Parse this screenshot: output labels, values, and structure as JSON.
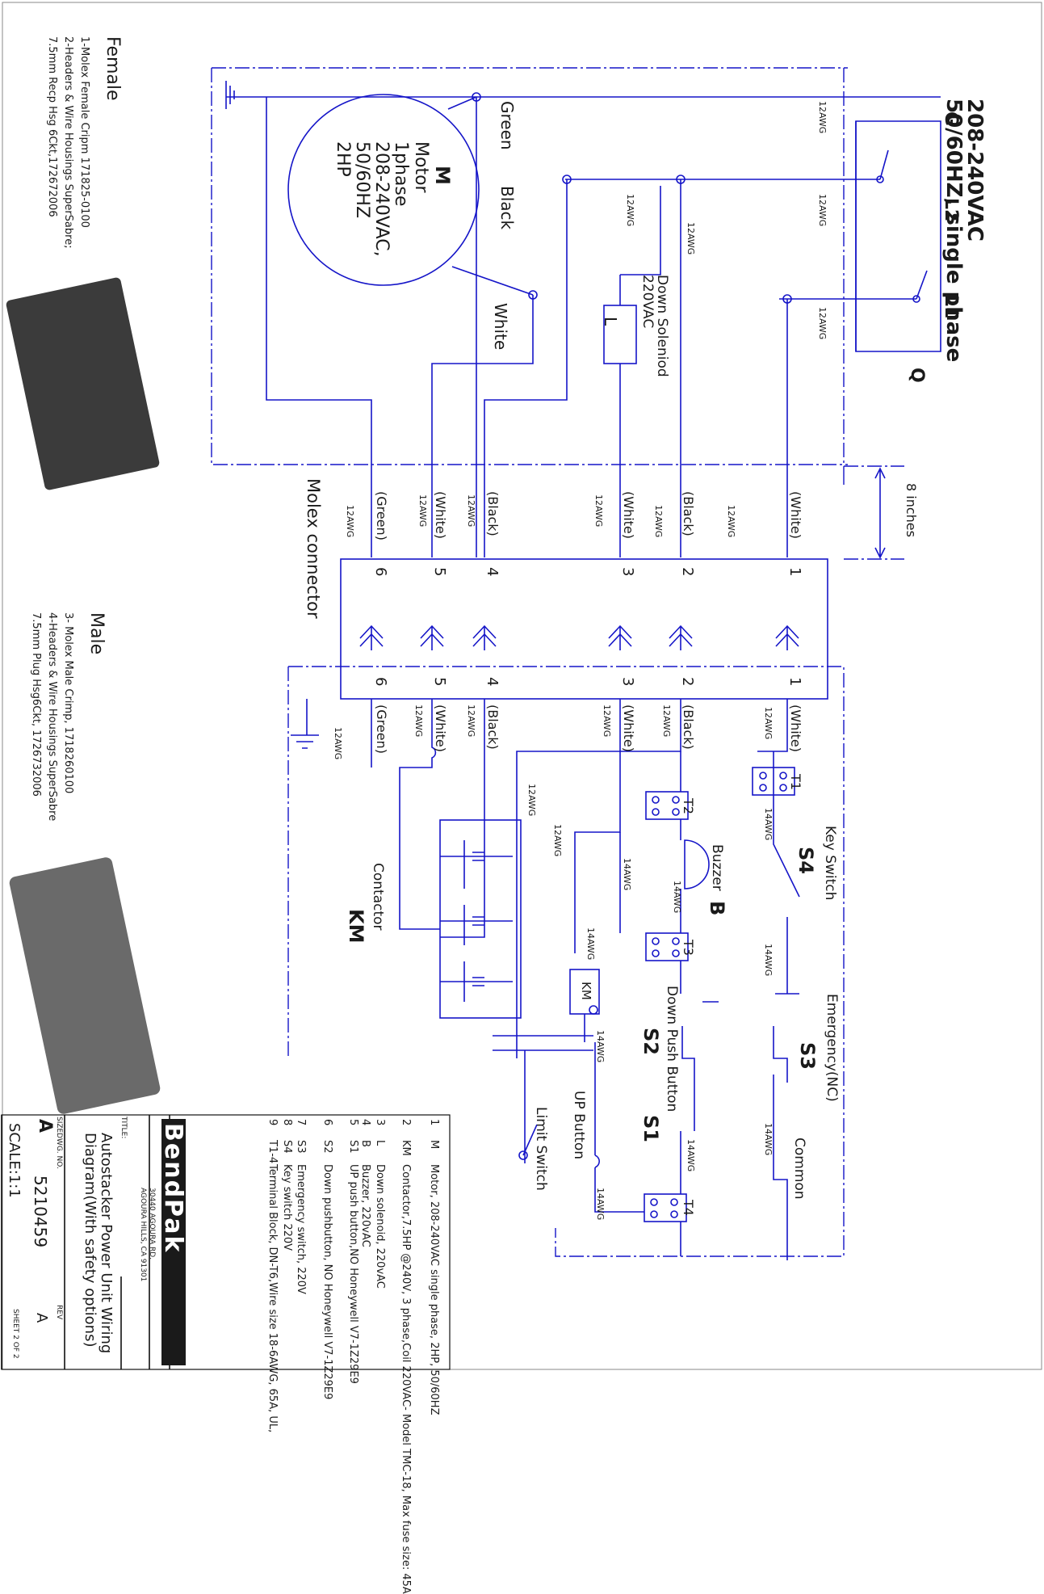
{
  "supply": {
    "voltage": "208-240VAC",
    "freq": "50/60HZ, single phase",
    "g": "G",
    "l2": "L2",
    "l1": "L1",
    "q": "Q"
  },
  "wire_gauge": {
    "w12": "12AWG",
    "w14": "14AWG"
  },
  "motor": {
    "symbol": "M",
    "lines": [
      "Motor",
      "1phase",
      "208-240VAC,",
      "50/60HZ",
      "2HP"
    ],
    "green": "Green",
    "black": "Black",
    "white": "White"
  },
  "solenoid": {
    "symbol": "L",
    "label_1": "Down Soleniod",
    "label_2": "220VAC"
  },
  "dimension": "8 inches",
  "molex": {
    "label": "Molex connector",
    "pins": [
      "1",
      "2",
      "3",
      "4",
      "5",
      "6"
    ],
    "colors": [
      "(White)",
      "(Black)",
      "(White)",
      "(Black)",
      "(White)",
      "(Green)"
    ]
  },
  "female": {
    "title": "Female",
    "lines": [
      "1-Molex Female Cripm 171825-0100",
      "2-Headers & Wire Housings SuperSabre;",
      "7.5mm Recp Hsg 6Ckt,172672006"
    ]
  },
  "male": {
    "title": "Male",
    "lines": [
      "3- Molex Male Crimp, 1718260100",
      "4-Headers & Wire Housings SuperSabre",
      "7.5mm Plug Hsg6Ckt, 1726732006"
    ]
  },
  "components": {
    "t1": "T1",
    "t2": "T2",
    "t3": "T3",
    "t4": "T4",
    "key_switch": "Key Switch",
    "s4": "S4",
    "buzzer": "Buzzer",
    "b": "B",
    "emergency": "Emergency(NC)",
    "s3": "S3",
    "down_push": "Down Push Button",
    "s2": "S2",
    "up_button": "UP Button",
    "s1": "S1",
    "limit_switch": "Limit Switch",
    "common": "Common",
    "contactor": "Contactor",
    "km": "KM",
    "km_coil": "KM"
  },
  "bom": [
    {
      "num": "1",
      "sym": "M",
      "desc": "Motor, 208-240VAC single phase, 2HP, 50/60HZ"
    },
    {
      "num": "2",
      "sym": "KM",
      "desc": "Contactor,7.5HP @240V, 3 phase,Coil 220VAC- Model TMC-18, Max fuse size: 45A"
    },
    {
      "num": "3",
      "sym": "L",
      "desc": "Down solenoid, 220vAC"
    },
    {
      "num": "4",
      "sym": "B",
      "desc": "Buzzer, 220vAC"
    },
    {
      "num": "5",
      "sym": "S1",
      "desc": "UP push button,NO Honeywell V7-1Z29E9"
    },
    {
      "num": "6",
      "sym": "S2",
      "desc": "Down pushbutton, NO Honeywell V7-1Z29E9"
    },
    {
      "num": "7",
      "sym": "S3",
      "desc": "Emergency switch, 220V"
    },
    {
      "num": "8",
      "sym": "S4",
      "desc": "Key switch 220V"
    },
    {
      "num": "9",
      "sym": "T1-4",
      "desc": "Terminal Block, DN-T6,Wire size 18-6AWG, 65A, UL,"
    }
  ],
  "title_block": {
    "logo": "BendPak",
    "address_1": "30440 AGOURA RD.",
    "address_2": "AGOURA HILLS, CA 91301",
    "title_label": "TITLE:",
    "title_1": "Autostacker Power Unit Wiring",
    "title_2": "Diagram(With safety options)",
    "size_label": "SIZE",
    "dwg_label": "DWG. NO.",
    "rev_label": "REV",
    "size": "A",
    "dwg": "5210459",
    "rev": "A",
    "scale": "SCALE:1:1",
    "sheet": "SHEET 2 OF 2"
  }
}
